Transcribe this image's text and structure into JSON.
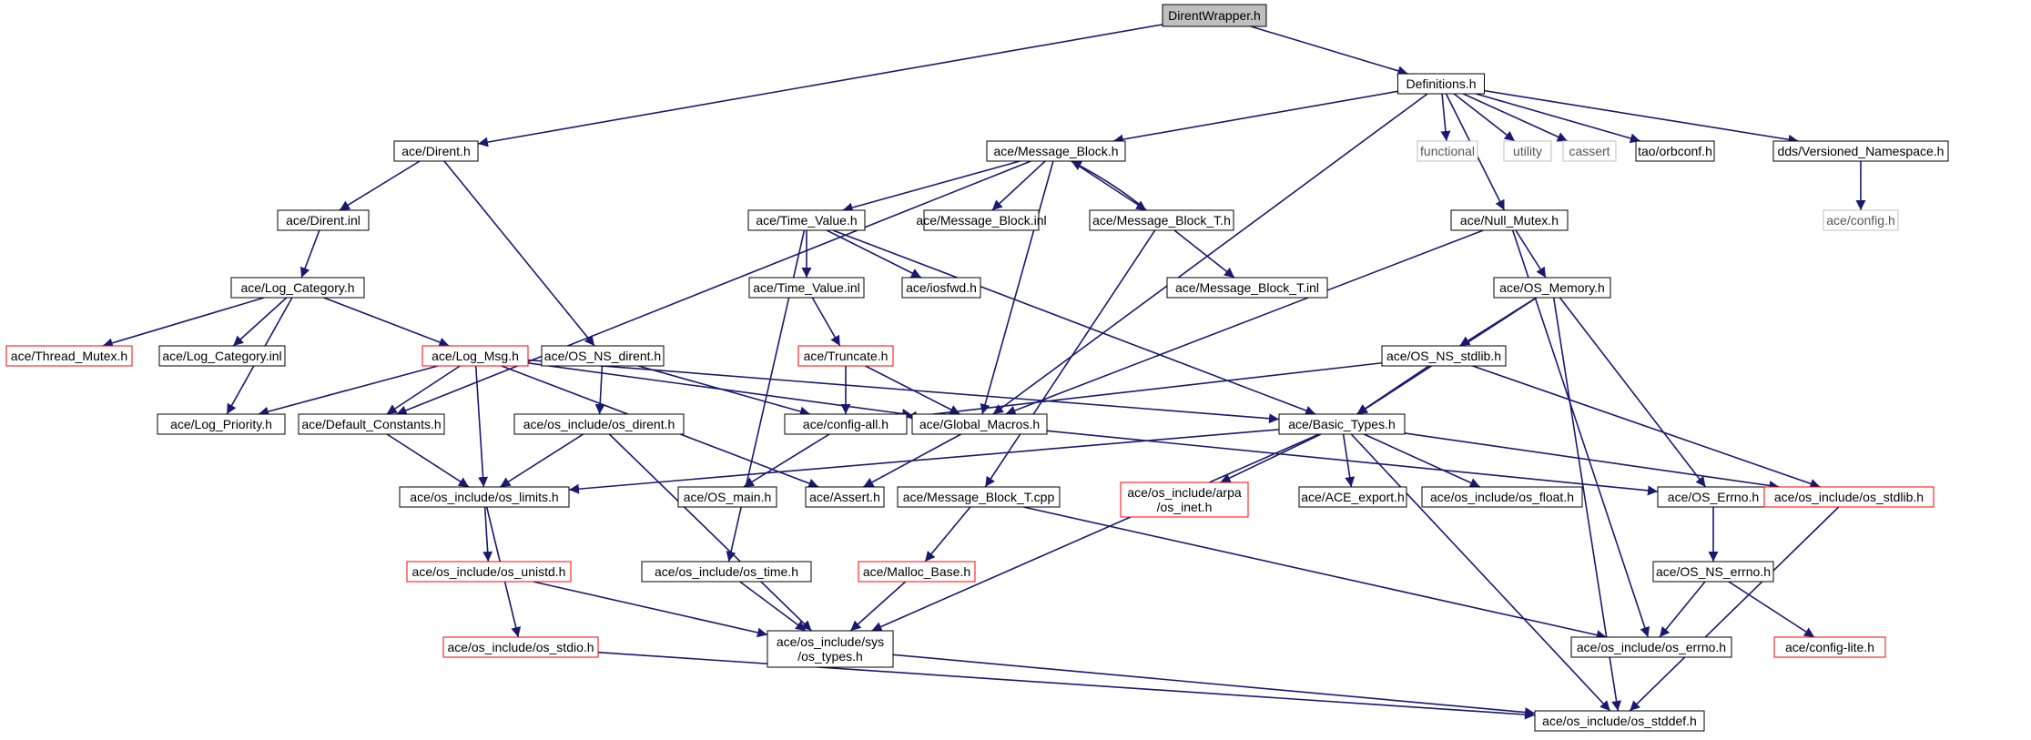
{
  "title": "DirentWrapper.h",
  "colors": {
    "edge": "#191970",
    "border_normal": "#000000",
    "border_truncated": "#ff0000",
    "border_external": "#bfbfbf",
    "root_fill": "#bfbfbf"
  },
  "nodes": [
    {
      "id": "n0",
      "kind": "root",
      "lines": [
        "DirentWrapper.h"
      ]
    },
    {
      "id": "n1",
      "kind": "normal",
      "lines": [
        "Definitions.h"
      ]
    },
    {
      "id": "n2",
      "kind": "normal",
      "lines": [
        "ace/Dirent.h"
      ]
    },
    {
      "id": "n3",
      "kind": "normal",
      "lines": [
        "ace/Message_Block.h"
      ]
    },
    {
      "id": "n4",
      "kind": "external",
      "lines": [
        "functional"
      ]
    },
    {
      "id": "n5",
      "kind": "external",
      "lines": [
        "utility"
      ]
    },
    {
      "id": "n6",
      "kind": "external",
      "lines": [
        "cassert"
      ]
    },
    {
      "id": "n7",
      "kind": "normal",
      "lines": [
        "tao/orbconf.h"
      ]
    },
    {
      "id": "n8",
      "kind": "normal",
      "lines": [
        "dds/Versioned_Namespace.h"
      ]
    },
    {
      "id": "n9",
      "kind": "normal",
      "lines": [
        "ace/Dirent.inl"
      ]
    },
    {
      "id": "n10",
      "kind": "normal",
      "lines": [
        "ace/Time_Value.h"
      ]
    },
    {
      "id": "n11",
      "kind": "normal",
      "lines": [
        "ace/Message_Block.inl"
      ]
    },
    {
      "id": "n12",
      "kind": "normal",
      "lines": [
        "ace/Message_Block_T.h"
      ]
    },
    {
      "id": "n13",
      "kind": "normal",
      "lines": [
        "ace/Null_Mutex.h"
      ]
    },
    {
      "id": "n14",
      "kind": "external",
      "lines": [
        "ace/config.h"
      ]
    },
    {
      "id": "n15",
      "kind": "normal",
      "lines": [
        "ace/Log_Category.h"
      ]
    },
    {
      "id": "n16",
      "kind": "normal",
      "lines": [
        "ace/Time_Value.inl"
      ]
    },
    {
      "id": "n17",
      "kind": "normal",
      "lines": [
        "ace/iosfwd.h"
      ]
    },
    {
      "id": "n18",
      "kind": "normal",
      "lines": [
        "ace/Message_Block_T.inl"
      ]
    },
    {
      "id": "n19",
      "kind": "normal",
      "lines": [
        "ace/OS_Memory.h"
      ]
    },
    {
      "id": "n20",
      "kind": "truncated",
      "lines": [
        "ace/Thread_Mutex.h"
      ]
    },
    {
      "id": "n21",
      "kind": "normal",
      "lines": [
        "ace/Log_Category.inl"
      ]
    },
    {
      "id": "n22",
      "kind": "truncated",
      "lines": [
        "ace/Log_Msg.h"
      ]
    },
    {
      "id": "n23",
      "kind": "normal",
      "lines": [
        "ace/OS_NS_dirent.h"
      ]
    },
    {
      "id": "n24",
      "kind": "truncated",
      "lines": [
        "ace/Truncate.h"
      ]
    },
    {
      "id": "n25",
      "kind": "normal",
      "lines": [
        "ace/OS_NS_stdlib.h"
      ]
    },
    {
      "id": "n26",
      "kind": "normal",
      "lines": [
        "ace/Log_Priority.h"
      ]
    },
    {
      "id": "n27",
      "kind": "normal",
      "lines": [
        "ace/Default_Constants.h"
      ]
    },
    {
      "id": "n28",
      "kind": "normal",
      "lines": [
        "ace/os_include/os_dirent.h"
      ]
    },
    {
      "id": "n29",
      "kind": "normal",
      "lines": [
        "ace/config-all.h"
      ]
    },
    {
      "id": "n30",
      "kind": "normal",
      "lines": [
        "ace/Global_Macros.h"
      ]
    },
    {
      "id": "n31",
      "kind": "normal",
      "lines": [
        "ace/Basic_Types.h"
      ]
    },
    {
      "id": "n32",
      "kind": "normal",
      "lines": [
        "ace/os_include/os_limits.h"
      ]
    },
    {
      "id": "n33",
      "kind": "normal",
      "lines": [
        "ace/OS_main.h"
      ]
    },
    {
      "id": "n34",
      "kind": "normal",
      "lines": [
        "ace/Assert.h"
      ]
    },
    {
      "id": "n35",
      "kind": "normal",
      "lines": [
        "ace/Message_Block_T.cpp"
      ]
    },
    {
      "id": "n36",
      "kind": "truncated",
      "lines": [
        "ace/os_include/arpa",
        "/os_inet.h"
      ]
    },
    {
      "id": "n37",
      "kind": "normal",
      "lines": [
        "ace/ACE_export.h"
      ]
    },
    {
      "id": "n38",
      "kind": "normal",
      "lines": [
        "ace/os_include/os_float.h"
      ]
    },
    {
      "id": "n39",
      "kind": "normal",
      "lines": [
        "ace/OS_Errno.h"
      ]
    },
    {
      "id": "n40",
      "kind": "truncated",
      "lines": [
        "ace/os_include/os_stdlib.h"
      ]
    },
    {
      "id": "n41",
      "kind": "truncated",
      "lines": [
        "ace/os_include/os_unistd.h"
      ]
    },
    {
      "id": "n42",
      "kind": "normal",
      "lines": [
        "ace/os_include/os_time.h"
      ]
    },
    {
      "id": "n43",
      "kind": "truncated",
      "lines": [
        "ace/Malloc_Base.h"
      ]
    },
    {
      "id": "n44",
      "kind": "normal",
      "lines": [
        "ace/OS_NS_errno.h"
      ]
    },
    {
      "id": "n45",
      "kind": "truncated",
      "lines": [
        "ace/os_include/os_stdio.h"
      ]
    },
    {
      "id": "n46",
      "kind": "normal",
      "lines": [
        "ace/os_include/sys",
        "/os_types.h"
      ]
    },
    {
      "id": "n47",
      "kind": "normal",
      "lines": [
        "ace/os_include/os_errno.h"
      ]
    },
    {
      "id": "n48",
      "kind": "truncated",
      "lines": [
        "ace/config-lite.h"
      ]
    },
    {
      "id": "n49",
      "kind": "normal",
      "lines": [
        "ace/os_include/os_stddef.h"
      ]
    }
  ],
  "edges": [
    [
      "n0",
      "n1"
    ],
    [
      "n0",
      "n2"
    ],
    [
      "n1",
      "n3"
    ],
    [
      "n1",
      "n4"
    ],
    [
      "n1",
      "n5"
    ],
    [
      "n1",
      "n6"
    ],
    [
      "n1",
      "n7"
    ],
    [
      "n1",
      "n8"
    ],
    [
      "n1",
      "n13"
    ],
    [
      "n1",
      "n30"
    ],
    [
      "n2",
      "n9"
    ],
    [
      "n2",
      "n23"
    ],
    [
      "n9",
      "n15"
    ],
    [
      "n15",
      "n20"
    ],
    [
      "n15",
      "n21"
    ],
    [
      "n15",
      "n22"
    ],
    [
      "n15",
      "n26"
    ],
    [
      "n3",
      "n10"
    ],
    [
      "n3",
      "n11"
    ],
    [
      "n3",
      "n12"
    ],
    [
      "n3",
      "n27"
    ],
    [
      "n3",
      "n30"
    ],
    [
      "n12",
      "n3"
    ],
    [
      "n12",
      "n18"
    ],
    [
      "n12",
      "n35"
    ],
    [
      "n8",
      "n14"
    ],
    [
      "n10",
      "n16"
    ],
    [
      "n10",
      "n17"
    ],
    [
      "n10",
      "n31"
    ],
    [
      "n10",
      "n42"
    ],
    [
      "n16",
      "n24"
    ],
    [
      "n24",
      "n29"
    ],
    [
      "n24",
      "n30"
    ],
    [
      "n13",
      "n19"
    ],
    [
      "n13",
      "n30"
    ],
    [
      "n13",
      "n47"
    ],
    [
      "n19",
      "n25"
    ],
    [
      "n19",
      "n31"
    ],
    [
      "n19",
      "n39"
    ],
    [
      "n19",
      "n49"
    ],
    [
      "n25",
      "n29"
    ],
    [
      "n25",
      "n31"
    ],
    [
      "n25",
      "n40"
    ],
    [
      "n22",
      "n26"
    ],
    [
      "n22",
      "n27"
    ],
    [
      "n22",
      "n32"
    ],
    [
      "n22",
      "n34"
    ],
    [
      "n22",
      "n30"
    ],
    [
      "n22",
      "n31"
    ],
    [
      "n23",
      "n28"
    ],
    [
      "n23",
      "n29"
    ],
    [
      "n27",
      "n32"
    ],
    [
      "n28",
      "n32"
    ],
    [
      "n28",
      "n46"
    ],
    [
      "n29",
      "n33"
    ],
    [
      "n30",
      "n34"
    ],
    [
      "n30",
      "n39"
    ],
    [
      "n31",
      "n32"
    ],
    [
      "n31",
      "n36"
    ],
    [
      "n31",
      "n37"
    ],
    [
      "n31",
      "n38"
    ],
    [
      "n31",
      "n40"
    ],
    [
      "n31",
      "n46"
    ],
    [
      "n31",
      "n49"
    ],
    [
      "n32",
      "n41"
    ],
    [
      "n32",
      "n45"
    ],
    [
      "n41",
      "n46"
    ],
    [
      "n35",
      "n43"
    ],
    [
      "n35",
      "n47"
    ],
    [
      "n43",
      "n46"
    ],
    [
      "n42",
      "n46"
    ],
    [
      "n39",
      "n44"
    ],
    [
      "n44",
      "n47"
    ],
    [
      "n44",
      "n48"
    ],
    [
      "n40",
      "n49"
    ],
    [
      "n45",
      "n49"
    ],
    [
      "n46",
      "n49"
    ]
  ]
}
